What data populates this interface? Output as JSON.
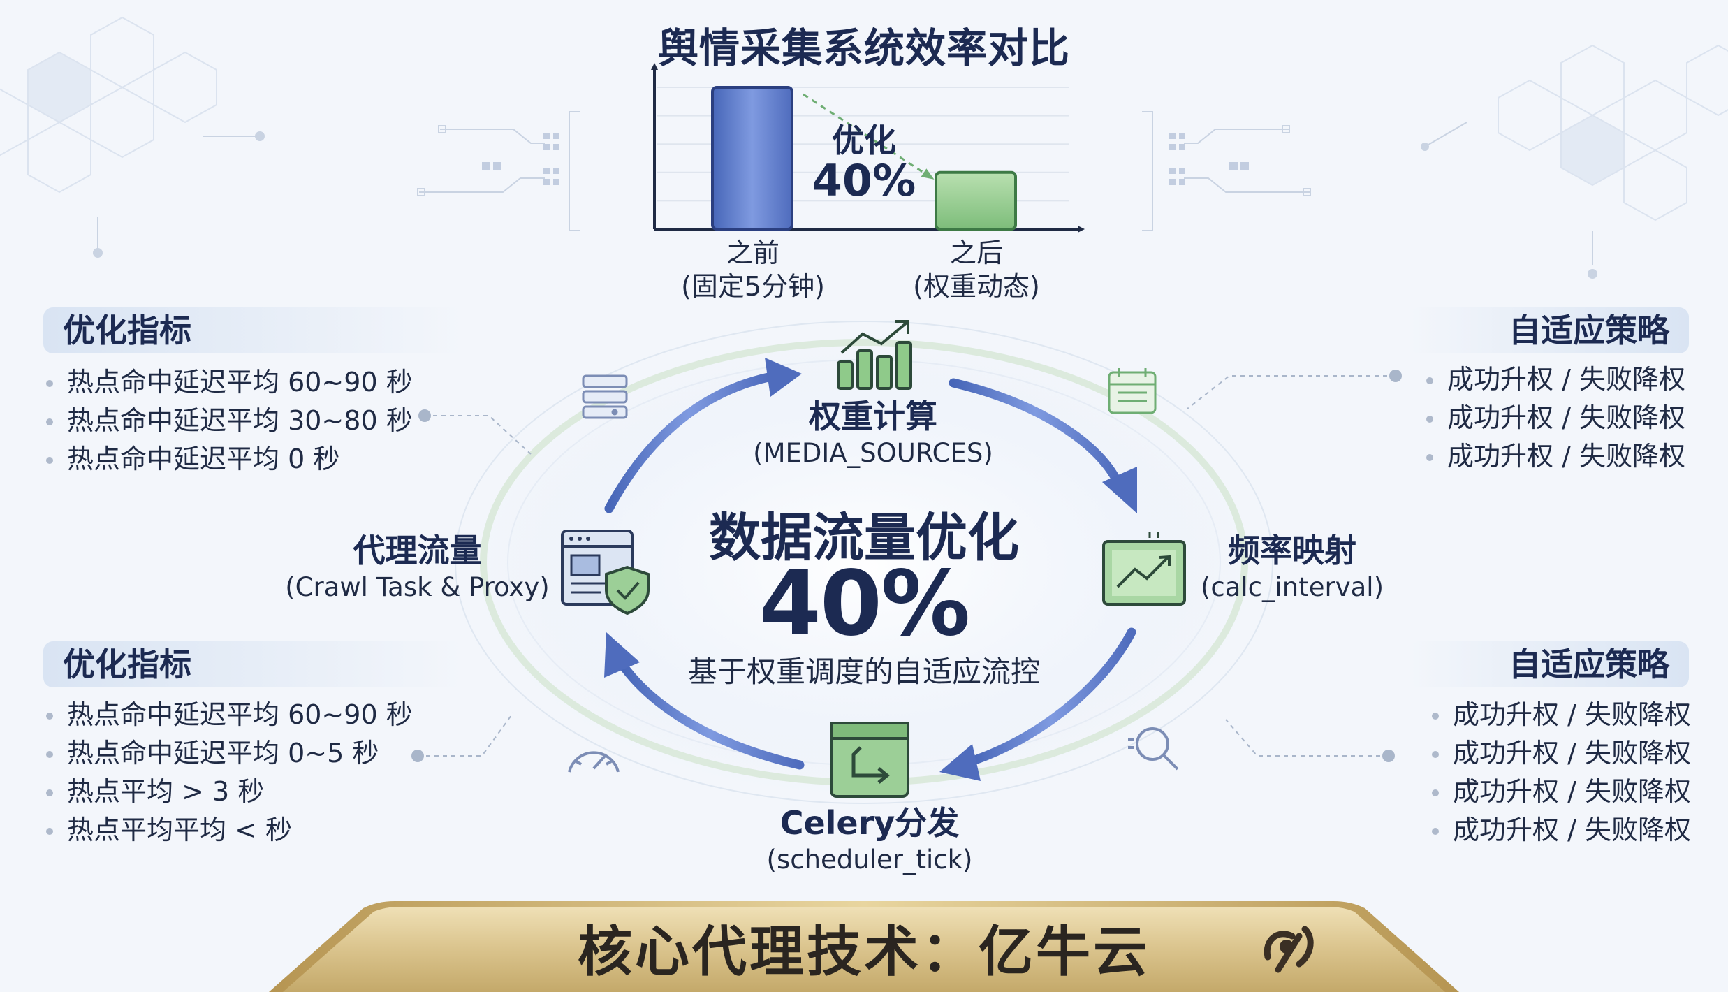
{
  "chart_data": {
    "type": "bar",
    "title": "舆情采集系统效率对比",
    "categories": [
      "之前\n(固定5分钟)",
      "之后\n(权重动态)"
    ],
    "category_lines": [
      [
        "之前",
        "(固定5分钟)"
      ],
      [
        "之后",
        "(权重动态)"
      ]
    ],
    "values": [
      100,
      40
    ],
    "bar_colors": [
      "#5b79c9",
      "#8fca8a"
    ],
    "annotation": {
      "label": "优化",
      "value": "40%"
    },
    "xlabel": "",
    "ylabel": "",
    "grid": true
  },
  "left_panels": [
    {
      "title": "优化指标",
      "items": [
        "热点命中延迟平均 60~90 秒",
        "热点命中延迟平均 30~80 秒",
        "热点命中延迟平均 0 秒"
      ]
    },
    {
      "title": "优化指标",
      "items": [
        "热点命中延迟平均 60~90 秒",
        "热点命中延迟平均 0~5 秒",
        "热点平均 > 3 秒",
        "热点平均平均 < 秒"
      ]
    }
  ],
  "right_panels": [
    {
      "title": "自适应策略",
      "items": [
        "成功升权 / 失败降权",
        "成功升权 / 失败降权",
        "成功升权 / 失败降权"
      ]
    },
    {
      "title": "自适应策略",
      "items": [
        "成功升权 / 失败降权",
        "成功升权 / 失败降权",
        "成功升权 / 失败降权",
        "成功升权 / 失败降权"
      ]
    }
  ],
  "cycle": {
    "top": {
      "title": "权重计算",
      "sub": "(MEDIA_SOURCES)",
      "icon": "bar-chart-icon"
    },
    "right": {
      "title": "频率映射",
      "sub": "(calc_interval)",
      "icon": "trend-monitor-icon"
    },
    "bottom": {
      "title": "Celery分发",
      "sub": "(scheduler_tick)",
      "icon": "dispatch-box-icon"
    },
    "left": {
      "title": "代理流量",
      "sub": "(Crawl Task & Proxy)",
      "icon": "proxy-shield-icon"
    }
  },
  "center": {
    "title": "数据流量优化",
    "value": "40%",
    "subtitle": "基于权重调度的自适应流控"
  },
  "footer": {
    "text": "核心代理技术：亿牛云",
    "logo_icon": "yiniuyun-logo-icon"
  },
  "colors": {
    "background": "#f3f6fb",
    "arrow_blue": "#5b74c2",
    "green_accent": "#6fae74",
    "gold_banner": "#d8c28e",
    "title_text": "#1c2a52"
  },
  "decor_icons": [
    "server-stack-icon",
    "calendar-icon",
    "gauge-icon",
    "search-icon"
  ]
}
